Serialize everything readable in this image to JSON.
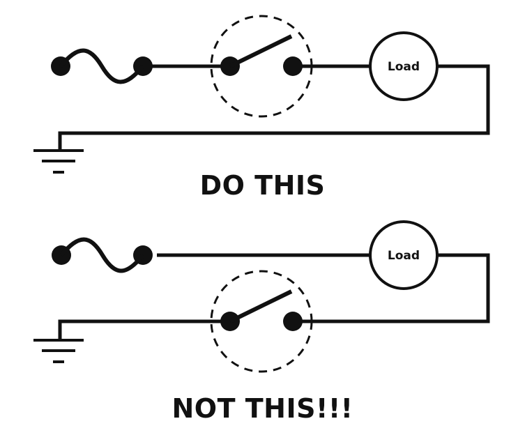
{
  "diagrams": [
    {
      "caption": "DO THIS",
      "load_label": "Load",
      "switch_position": "hot-side"
    },
    {
      "caption": "NOT THIS!!!",
      "load_label": "Load",
      "switch_position": "neutral-side"
    }
  ],
  "colors": {
    "line": "#111111",
    "background": "#ffffff"
  },
  "icons": [
    "ac-source-icon",
    "switch-icon",
    "load-icon",
    "ground-icon"
  ]
}
